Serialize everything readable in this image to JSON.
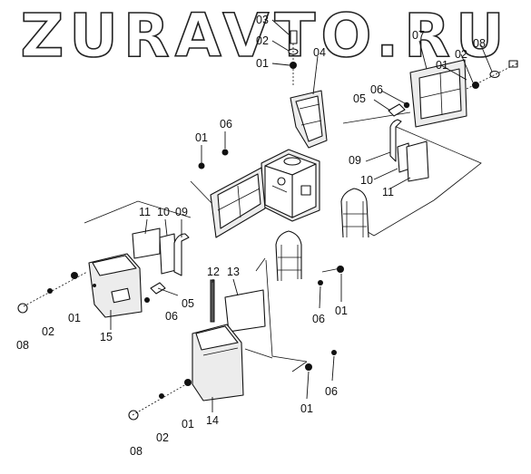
{
  "watermark": "ZURAVTO.RU",
  "callouts": {
    "c03_top": "03",
    "c02_top": "02",
    "c01_top": "01",
    "c04": "04",
    "c07": "07",
    "c08_tr": "08",
    "c02_tr": "02",
    "c01_tr": "01",
    "c05_tr": "05",
    "c06_tr": "06",
    "c09_r": "09",
    "c10_r": "10",
    "c11_r": "11",
    "c01_ml": "01",
    "c06_ml": "06",
    "c11_l": "11",
    "c10_l": "10",
    "c09_l": "09",
    "c05_l": "05",
    "c06_l": "06",
    "c08_l": "08",
    "c02_l": "02",
    "c01_l": "01",
    "c15": "15",
    "c12": "12",
    "c13": "13",
    "c06_mr": "06",
    "c01_mr": "01",
    "c01_bm": "01",
    "c06_bm": "06",
    "c14": "14",
    "c08_b": "08",
    "c02_b": "02",
    "c01_b": "01"
  },
  "colors": {
    "line": "#111111",
    "watermark_stroke": "#222222",
    "panel_shade": "#ececec"
  }
}
